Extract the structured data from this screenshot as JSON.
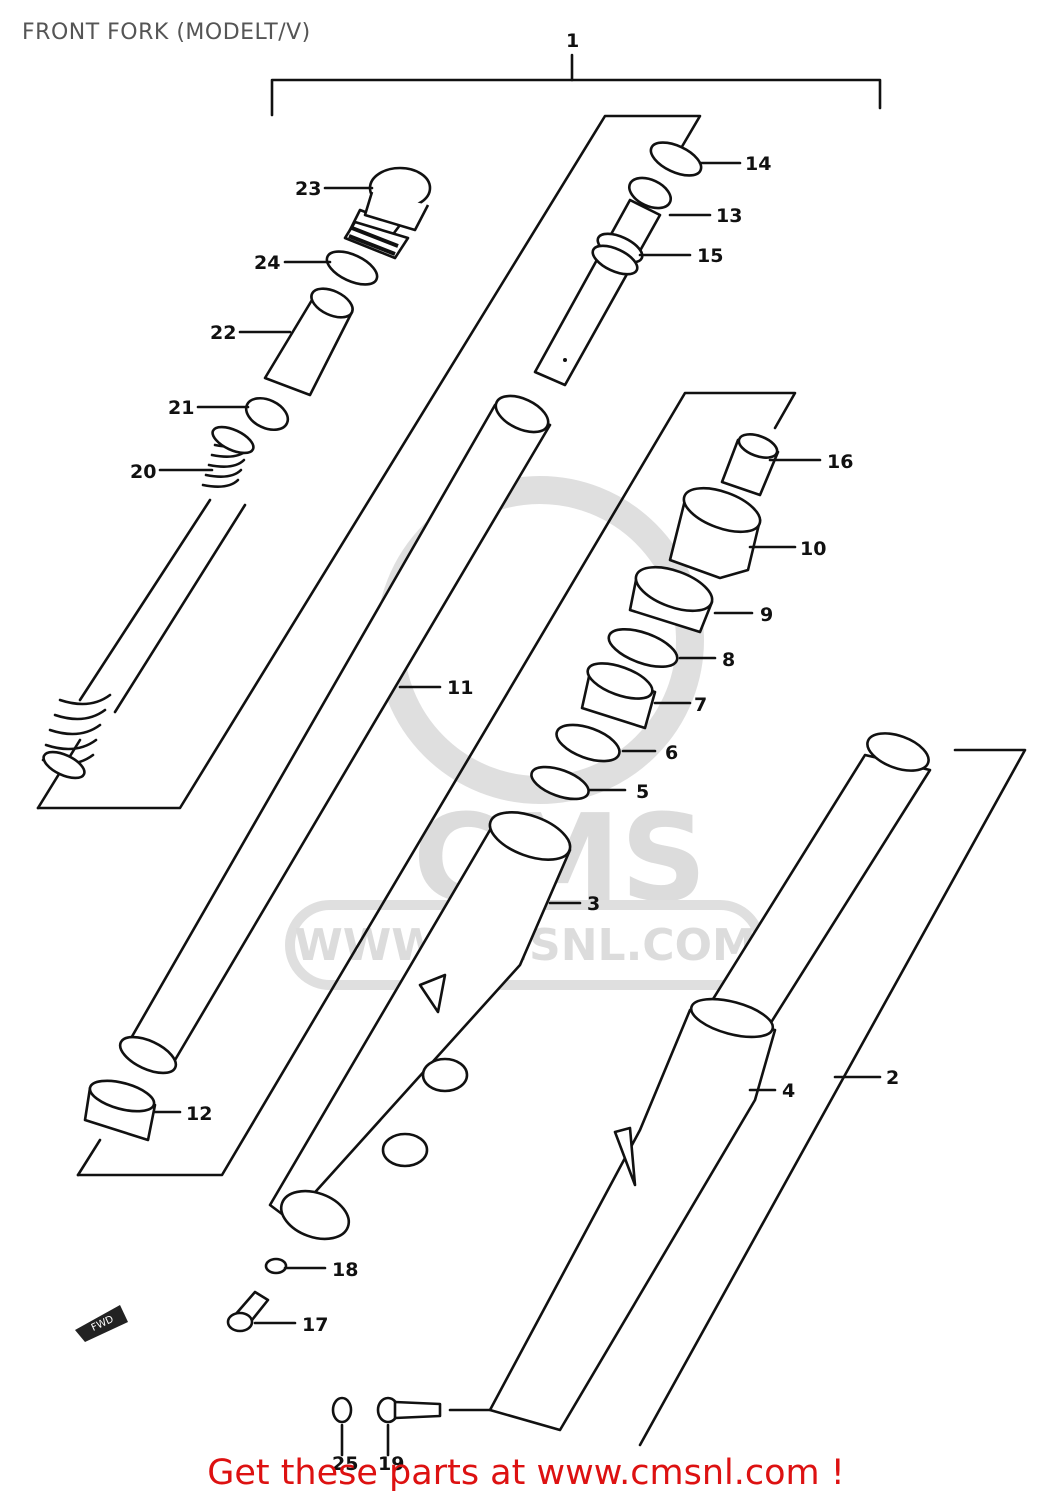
{
  "header": {
    "title": "FRONT FORK (MODELT/V)"
  },
  "watermark": {
    "text": "WWW.CMSNL.COM",
    "logo_text": "CMS"
  },
  "direction_tag": {
    "text": "FWD"
  },
  "callouts": [
    {
      "id": "c1",
      "number": "1"
    },
    {
      "id": "c2",
      "number": "2"
    },
    {
      "id": "c3",
      "number": "3"
    },
    {
      "id": "c4",
      "number": "4"
    },
    {
      "id": "c5",
      "number": "5"
    },
    {
      "id": "c6",
      "number": "6"
    },
    {
      "id": "c7",
      "number": "7"
    },
    {
      "id": "c8",
      "number": "8"
    },
    {
      "id": "c9",
      "number": "9"
    },
    {
      "id": "c10",
      "number": "10"
    },
    {
      "id": "c11",
      "number": "11"
    },
    {
      "id": "c12",
      "number": "12"
    },
    {
      "id": "c13",
      "number": "13"
    },
    {
      "id": "c14",
      "number": "14"
    },
    {
      "id": "c15",
      "number": "15"
    },
    {
      "id": "c16",
      "number": "16"
    },
    {
      "id": "c17",
      "number": "17"
    },
    {
      "id": "c18",
      "number": "18"
    },
    {
      "id": "c19",
      "number": "19"
    },
    {
      "id": "c20",
      "number": "20"
    },
    {
      "id": "c21",
      "number": "21"
    },
    {
      "id": "c22",
      "number": "22"
    },
    {
      "id": "c23",
      "number": "23"
    },
    {
      "id": "c24",
      "number": "24"
    },
    {
      "id": "c25",
      "number": "25"
    }
  ],
  "footer": {
    "link_text": "Get these parts at www.cmsnl.com !"
  },
  "colors": {
    "footer_text": "#dd1111",
    "line": "#111111",
    "watermark": "#d9d9d9"
  }
}
